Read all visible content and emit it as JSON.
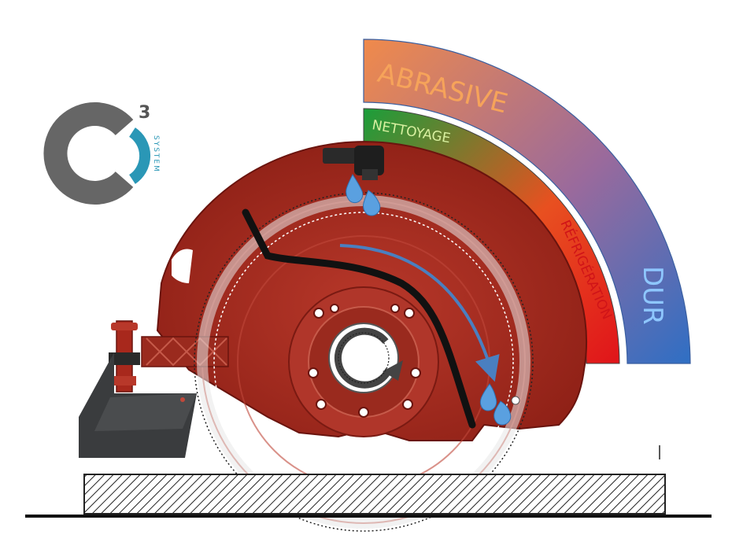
{
  "logo": {
    "letter": "C",
    "superscript": "3",
    "subtitle": "SYSTEM",
    "colors": {
      "gray": "#666666",
      "teal": "#2a97b6"
    }
  },
  "bands": {
    "outer": {
      "left_label": "ABRASIVE",
      "right_label": "DUR",
      "colors": [
        "#f08a4b",
        "#9a6a9c",
        "#2f6fc4"
      ]
    },
    "inner": {
      "top_label": "NETTOYAGE",
      "side_label": "RÉFRIGÉRATION",
      "colors": [
        "#1a9e3a",
        "#e85020",
        "#e0141a"
      ]
    }
  },
  "guard": {
    "color": "#a8281c",
    "dark": "#7a1a12"
  },
  "flow_arrow": {
    "color": "#4a7fc0"
  },
  "water_drops": {
    "color": "#5aa0e0",
    "icon": "water-drop-icon"
  },
  "hub_arrow": {
    "icon": "rotation-arrow-icon"
  },
  "clamp_block": {
    "color": "#3a3c3e"
  },
  "workpiece": {
    "pattern": "diagonal-hatch"
  }
}
